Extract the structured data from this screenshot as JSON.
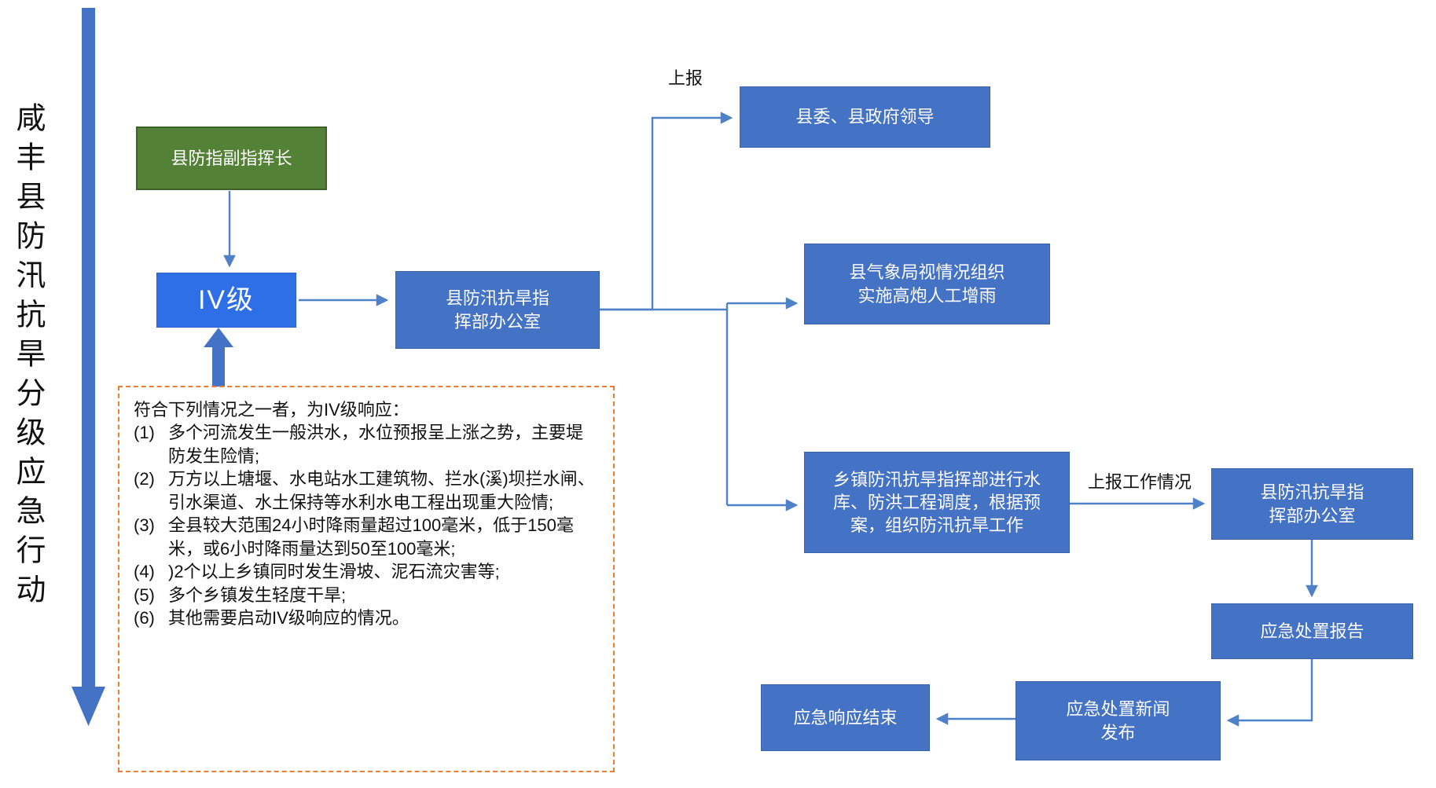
{
  "colors": {
    "node_blue": "#4472C4",
    "node_blue_border": "#3B63A8",
    "level_blue": "#2E6FE8",
    "green": "#538135",
    "green_border": "#3E6126",
    "connector_blue": "#4F81C9",
    "thick_arrow_blue": "#4472C4",
    "dashed_border_orange": "#ED7D31",
    "text_dark": "#111111"
  },
  "sidebar": {
    "vertical_title": "咸丰县防汛抗旱分级应急行动"
  },
  "nodes": {
    "deputy_commander": "县防指副指挥长",
    "level_iv": "IV级",
    "flood_office_top": "县防汛抗旱指\n挥部办公室",
    "county_leaders": "县委、县政府领导",
    "weather_bureau": "县气象局视情况组织\n实施高炮人工增雨",
    "township_hq": "乡镇防汛抗旱指挥部进行水\n库、防洪工程调度，根据预\n案，组织防汛抗旱工作",
    "flood_office_right": "县防汛抗旱指\n挥部办公室",
    "response_report": "应急处置报告",
    "news_release": "应急处置新闻\n发布",
    "response_end": "应急响应结束"
  },
  "edge_labels": {
    "report_up": "上报",
    "report_work": "上报工作情况"
  },
  "criteria": {
    "intro": "符合下列情况之一者，为IV级响应：",
    "items": [
      {
        "m": "(1)",
        "t": "多个河流发生一般洪水，水位预报呈上涨之势，主要堤防发生险情;"
      },
      {
        "m": "(2)",
        "t": "万方以上塘堰、水电站水工建筑物、拦水(溪)坝拦水闸、引水渠道、水土保持等水利水电工程出现重大险情;"
      },
      {
        "m": "(3)",
        "t": "全县较大范围24小时降雨量超过100毫米，低于150毫米，或6小时降雨量达到50至100毫米;"
      },
      {
        "m": "(4)",
        "t": ")2个以上乡镇同时发生滑坡、泥石流灾害等;"
      },
      {
        "m": "(5)",
        "t": "多个乡镇发生轻度干旱;"
      },
      {
        "m": "(6)",
        "t": "其他需要启动IV级响应的情况。"
      }
    ]
  }
}
